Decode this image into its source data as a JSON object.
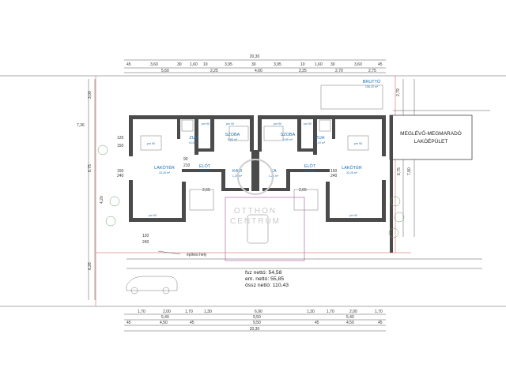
{
  "dimensions": {
    "top_total": "20,30",
    "top_row1": [
      "45",
      "3,60",
      "30",
      "1,60",
      "10",
      "3,95",
      "30",
      "3,95",
      "10",
      "1,60",
      "30",
      "3,60",
      "45"
    ],
    "top_row2": [
      "5,60",
      "2,25",
      "4,60",
      "2,25",
      "2,70",
      "2,75"
    ],
    "bottom_row1": [
      "1,70",
      "2,00",
      "1,70",
      "1,30",
      "6,90",
      "1,30",
      "1,70",
      "2,00",
      "1,70"
    ],
    "bottom_row2": [
      "5,40",
      "9,50",
      "5,40"
    ],
    "bottom_row3": [
      "45",
      "4,50",
      "45",
      "9,50",
      "45",
      "4,50",
      "45"
    ],
    "bottom_total": "20,30",
    "left": [
      "7,36",
      "3,00",
      "8,75",
      "4,20",
      "6,26"
    ],
    "right": [
      "2,79",
      "7,80",
      "8,75"
    ]
  },
  "rooms": [
    {
      "name": "LAKÓTÉR",
      "area": "33,25 m²"
    },
    {
      "name": "ZUH",
      "area": "4,10 m²"
    },
    {
      "name": "SZOBA",
      "area": "9,85 m²"
    },
    {
      "name": "ELŐT",
      "area": "5,90 m²"
    },
    {
      "name": "KAM",
      "area": "1,25 m²"
    },
    {
      "name": "SZOBA",
      "area": "9,85 m²"
    },
    {
      "name": "ZUH",
      "area": "4,10 m²"
    },
    {
      "name": "ELŐT",
      "area": "5,90 m²"
    },
    {
      "name": "KA",
      "area": "1,25 m²"
    },
    {
      "name": "LAKÓTÉR",
      "area": "33,25 m²"
    },
    {
      "name": "BRUTTÓ",
      "area": "156,10 m²"
    }
  ],
  "openings": [
    "pm 90",
    "pm 90",
    "pm 90",
    "pm 90",
    "pm 90",
    "pm 90",
    "pm 90",
    "pm 90"
  ],
  "opening_sizes": [
    "120",
    "150",
    "90",
    "210",
    "150",
    "240",
    "150",
    "240",
    "120",
    "240",
    "2,65",
    "2,65"
  ],
  "existing_building": [
    "MEGLÉVŐ-MEGMARADÓ",
    "LAKÓÉPÜLET"
  ],
  "parking_label": "építési hely",
  "summary": {
    "line1": "fsz nettó: 54,58",
    "line2": "em. nettó: 55,85",
    "line3": "össz nettó: 110,43"
  },
  "watermark": [
    "OTTHON",
    "CENTRUM"
  ],
  "colors": {
    "room_label": "#1a6fb5",
    "wall": "#4b4b4b",
    "boundary": "#d34a4a",
    "plot": "#c27bb3"
  }
}
